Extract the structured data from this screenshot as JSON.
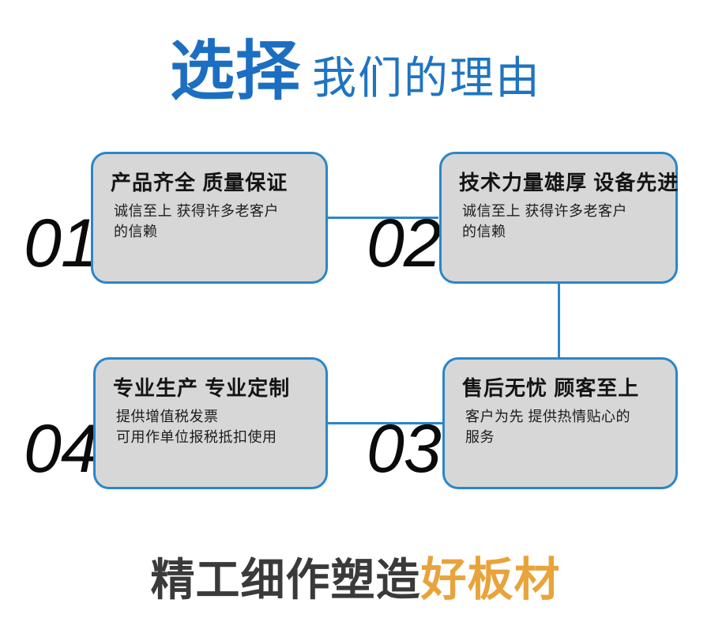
{
  "header": {
    "strong": "选择",
    "light": "我们的理由",
    "color": "#1c6fc0"
  },
  "cards": [
    {
      "number": "01",
      "title": "产品齐全 质量保证",
      "body": [
        "诚信至上 获得许多老客户",
        "的信赖"
      ]
    },
    {
      "number": "02",
      "title": "技术力量雄厚 设备先进",
      "body": [
        "诚信至上 获得许多老客户",
        "的信赖"
      ]
    },
    {
      "number": "03",
      "title": "售后无忧 顾客至上",
      "body": [
        "客户为先 提供热情贴心的",
        "服务"
      ]
    },
    {
      "number": "04",
      "title": "专业生产 专业定制",
      "body": [
        "提供增值税发票",
        "可用作单位报税抵扣使用"
      ]
    }
  ],
  "tagline": {
    "dark": "精工细作塑造",
    "accent": "好板材",
    "accent_color": "#e8a33b"
  },
  "theme": {
    "accent_blue": "#2b86c8",
    "card_fill": "#d7d7d7",
    "background": "#ffffff"
  }
}
